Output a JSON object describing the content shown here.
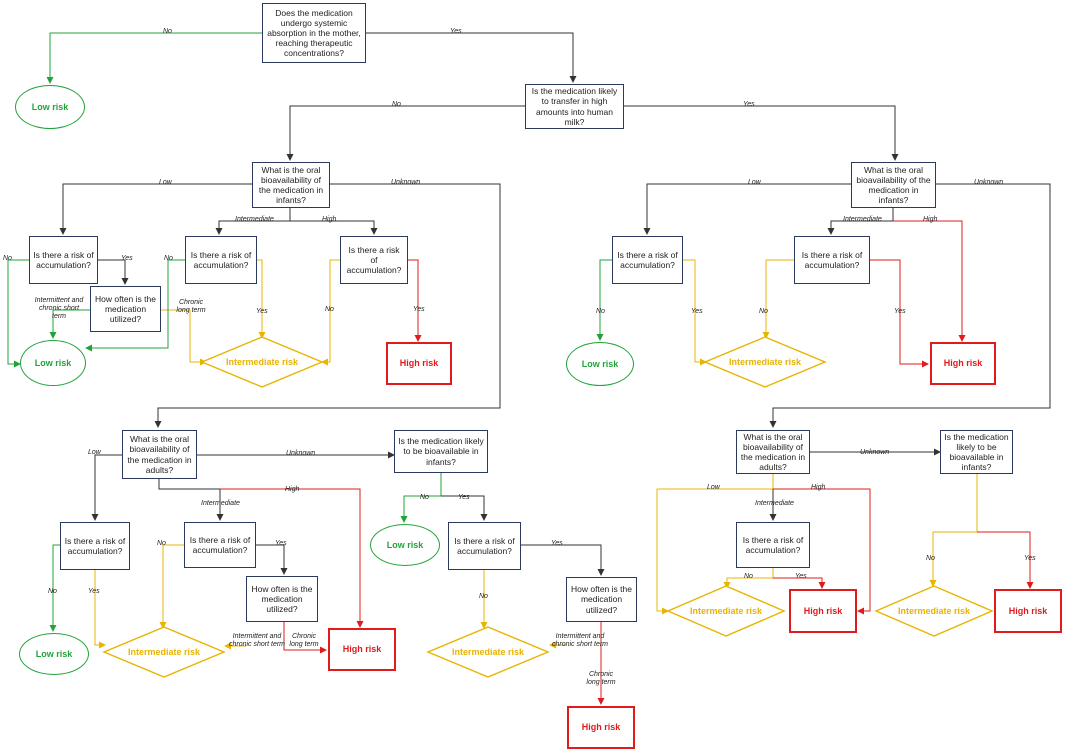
{
  "colors": {
    "question_border": "#2b3a5c",
    "low": "#22a33a",
    "intermediate": "#e8b400",
    "high": "#e01b1b",
    "connector": "#333333"
  },
  "questions": {
    "systemic": "Does the medication undergo systemic absorption in the mother, reaching therapeutic concentrations?",
    "transfer": "Is the medication likely to transfer in high amounts into human milk?",
    "infant_bio": "What is the oral bioavailability of the medication in infants?",
    "accumulation": "Is there a risk of accumulation?",
    "how_often": "How often is the medication utilized?",
    "adult_bio": "What is the oral bioavailability of the medication in adults?",
    "likely_bio_infants_a": "Is the medication likely to be bioavailable in infants?",
    "likely_bio_infants_b": "Is the medication likely to be bioavailable in infants?"
  },
  "outcomes": {
    "low": "Low risk",
    "intermediate": "Intermediate risk",
    "high": "High risk"
  },
  "labels": {
    "no": "No",
    "yes": "Yes",
    "low": "Low",
    "intermediate": "Intermediate",
    "high": "High",
    "unknown": "Unknown",
    "intermittent": "Intermittent and chronic short term",
    "chronic_long": "Chronic long term"
  }
}
